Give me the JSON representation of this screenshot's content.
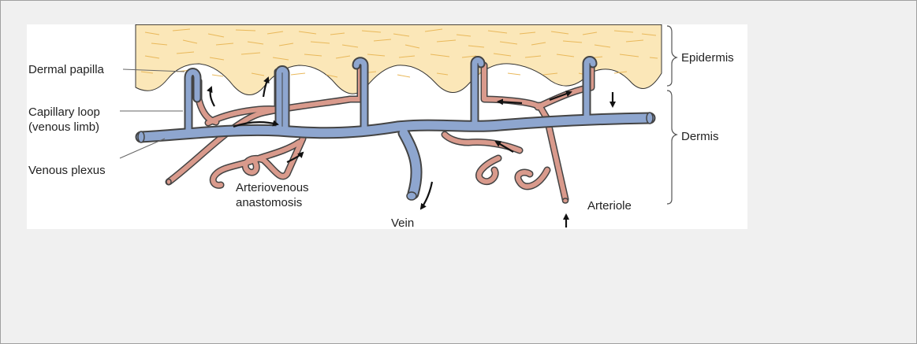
{
  "labels": {
    "dermal_papilla": "Dermal papilla",
    "capillary_loop_line1": "Capillary loop",
    "capillary_loop_line2": "(venous limb)",
    "venous_plexus": "Venous plexus",
    "av_anastomosis_line1": "Arteriovenous",
    "av_anastomosis_line2": "anastomosis",
    "vein": "Vein",
    "arteriole": "Arteriole",
    "epidermis": "Epidermis",
    "dermis": "Dermis"
  },
  "colors": {
    "page_background": "#f0f0f0",
    "figure_background": "#ffffff",
    "epidermis_fill": "#fbe7b8",
    "epidermis_texture": "#e9b85a",
    "vein_fill": "#8ea6cf",
    "artery_fill": "#d99a8c",
    "outline": "#444444",
    "label_text": "#222222"
  }
}
